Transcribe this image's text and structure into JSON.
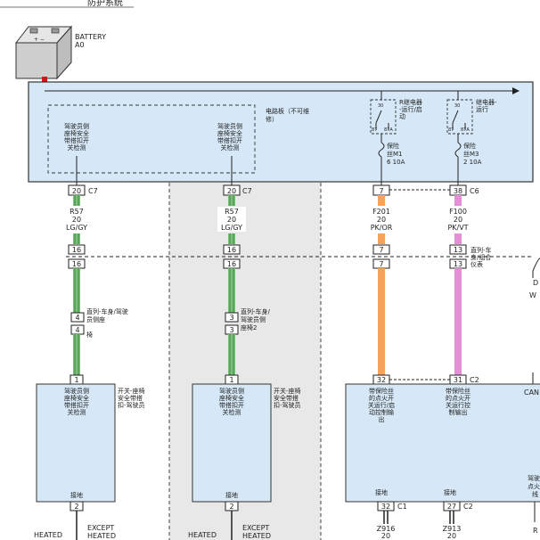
{
  "header": {
    "title": "防护系统"
  },
  "battery": {
    "name": "BATTERY",
    "code": "A0"
  },
  "board": {
    "label_line1": "电路板（不可维",
    "label_line2": "修）"
  },
  "sensors": [
    {
      "lines": [
        "驾驶员侧",
        "座椅安全",
        "带搭扣开",
        "关检测"
      ]
    },
    {
      "lines": [
        "驾驶员侧",
        "座椅安全",
        "带搭扣开",
        "关检测"
      ]
    }
  ],
  "relays": [
    {
      "pin_top": "30",
      "pin_left": "87",
      "pin_right": "87A",
      "label_lines": [
        "R继电器",
        "-运行/启",
        "动"
      ]
    },
    {
      "pin_top": "30",
      "pin_left": "87",
      "pin_right": "87A",
      "label_lines": [
        "继电器-",
        "运行"
      ]
    }
  ],
  "fuses": [
    {
      "lines": [
        "保险",
        "丝M1",
        "6 10A"
      ]
    },
    {
      "lines": [
        "保险",
        "丝M3",
        "2 10A"
      ]
    }
  ],
  "top_connectors": [
    {
      "pin": "20",
      "conn": "C7"
    },
    {
      "pin": "20",
      "conn": "C7"
    },
    {
      "pin": "7",
      "conn": ""
    },
    {
      "pin": "38",
      "conn": "C6"
    }
  ],
  "wires": [
    {
      "circuit": "R57",
      "gauge": "20",
      "color": "LG/GY"
    },
    {
      "circuit": "R57",
      "gauge": "20",
      "color": "LG/GY"
    },
    {
      "circuit": "F201",
      "gauge": "20",
      "color": "PK/OR"
    },
    {
      "circuit": "F100",
      "gauge": "20",
      "color": "PK/VT"
    }
  ],
  "inline_connector": {
    "pins": [
      "16",
      "16",
      "7",
      "13"
    ],
    "label_lines": [
      "直列-车",
      "身/组合",
      "仪表"
    ]
  },
  "seat_connectors": [
    {
      "pin": "4",
      "label_lines": [
        "直列-车身/驾驶",
        "员侧座",
        "椅"
      ]
    },
    {
      "pin": "3",
      "label_lines": [
        "直列-车身/",
        "驾驶员侧",
        "座椅2"
      ]
    }
  ],
  "right_edge": {
    "top_letter": "D",
    "mid_letters": "W",
    "can_label": "CAN"
  },
  "modules": [
    {
      "pin_top": "1",
      "inner_lines": [
        "驾驶员侧",
        "座椅安全",
        "带搭扣开",
        "关检测"
      ],
      "side_lines": [
        "开关-座椅",
        "安全带搭",
        "扣-驾驶员"
      ],
      "ground": "接地",
      "pin_bottom": "2"
    },
    {
      "pin_top": "1",
      "inner_lines": [
        "驾驶员侧",
        "座椅安全",
        "带搭扣开",
        "关检测"
      ],
      "side_lines": [
        "开关-座椅",
        "安全带搭",
        "扣-驾驶员"
      ],
      "ground": "接地",
      "pin_bottom": "2"
    }
  ],
  "big_module": {
    "pins_top": [
      {
        "pin": "32",
        "conn": ""
      },
      {
        "pin": "31",
        "conn": "C2"
      }
    ],
    "left_lines": [
      "带保险丝",
      "的点火开",
      "关运行/启",
      "动控制输",
      "出"
    ],
    "mid_lines": [
      "带保险丝",
      "的点火开",
      "关运行控",
      "制输出"
    ],
    "ground_left": "接地",
    "ground_right": "接地",
    "right_lines": [
      "驾驶",
      "点火",
      "线"
    ],
    "pins_bottom": [
      {
        "pin": "32",
        "conn": "C1"
      },
      {
        "pin": "27",
        "conn": "C2"
      }
    ],
    "right_pin": "R"
  },
  "bottom_wires": [
    {
      "circuit": "Z916",
      "gauge": "20"
    },
    {
      "circuit": "Z913",
      "gauge": "20"
    }
  ],
  "variants": [
    {
      "left": "HEATED",
      "right_line1": "EXCEPT",
      "right_line2": "HEATED"
    },
    {
      "left": "HEATED",
      "right_line1": "EXCEPT",
      "right_line2": "HEATED"
    }
  ],
  "colors": {
    "board_fill": "#d6e8f7",
    "lg_gy": "#7cbf7c",
    "pk_or": "#f5a25a",
    "pk_vt": "#e58fd6",
    "battery_red": "#d11",
    "shaded": "#e8e8e8"
  }
}
